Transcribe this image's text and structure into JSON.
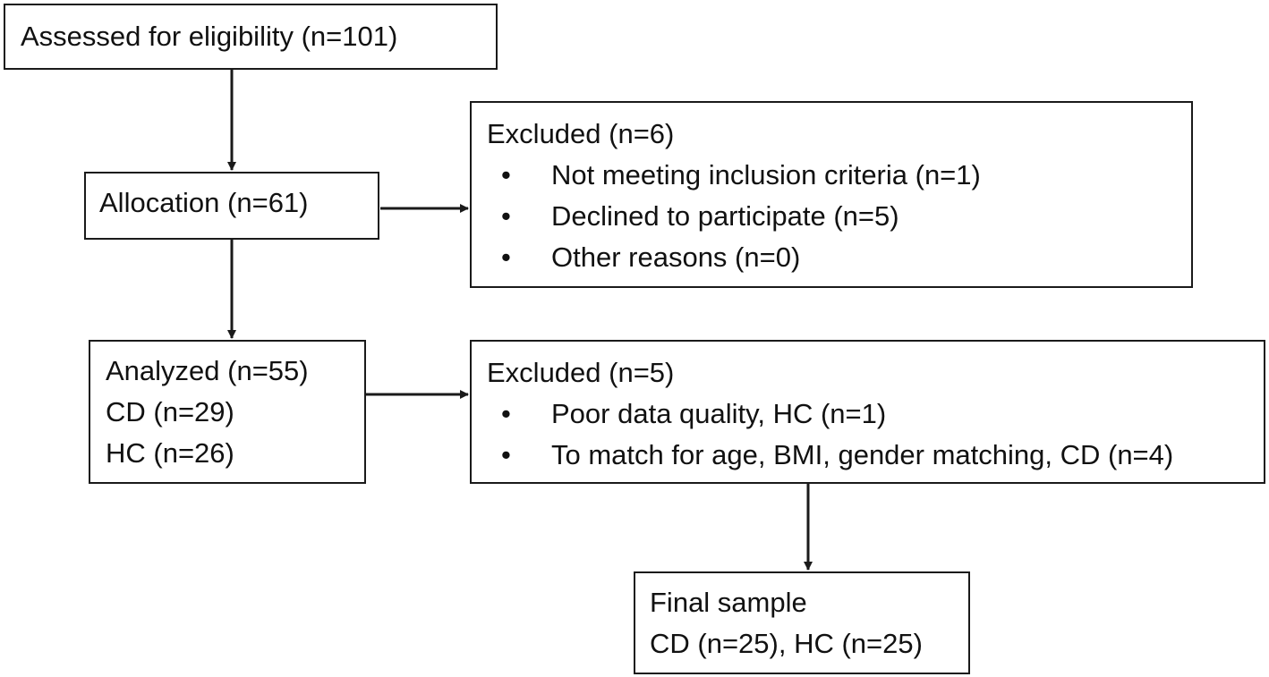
{
  "boxes": {
    "assessed": {
      "lines": [
        "Assessed for eligibility (n=101)"
      ]
    },
    "allocation": {
      "lines": [
        "Allocation (n=61)"
      ]
    },
    "excluded_1": {
      "title": "Excluded (n=6)",
      "bullets": [
        "Not meeting inclusion criteria (n=1)",
        "Declined to participate (n=5)",
        "Other reasons (n=0)"
      ]
    },
    "analyzed": {
      "lines": [
        "Analyzed (n=55)",
        "CD (n=29)",
        "HC (n=26)"
      ]
    },
    "excluded_2": {
      "title": "Excluded (n=5)",
      "bullets": [
        "Poor data quality, HC (n=1)",
        "To match for age, BMI, gender matching, CD (n=4)"
      ]
    },
    "final": {
      "lines": [
        "Final sample",
        "CD (n=25), HC (n=25)"
      ]
    }
  },
  "bullet_glyph": "•",
  "colors": {
    "stroke": "#1a1a1a",
    "background": "#ffffff"
  }
}
